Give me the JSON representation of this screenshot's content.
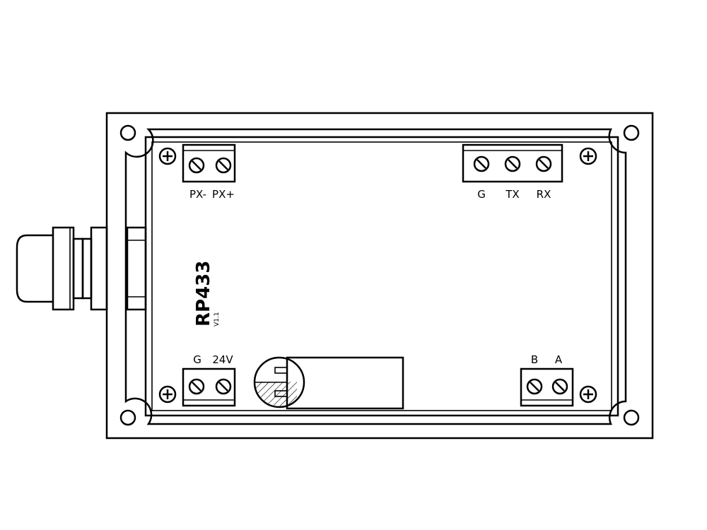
{
  "board": {
    "title": "RP433",
    "version": "V1.1"
  },
  "terminals": {
    "px": {
      "labels": [
        "PX-",
        "PX+"
      ]
    },
    "uart": {
      "labels": [
        "G",
        "TX",
        "RX"
      ]
    },
    "power": {
      "labels": [
        "G",
        "24V"
      ]
    },
    "rs485": {
      "labels": [
        "B",
        "A"
      ]
    }
  },
  "colors": {
    "stroke": "#000000",
    "background": "#ffffff"
  }
}
